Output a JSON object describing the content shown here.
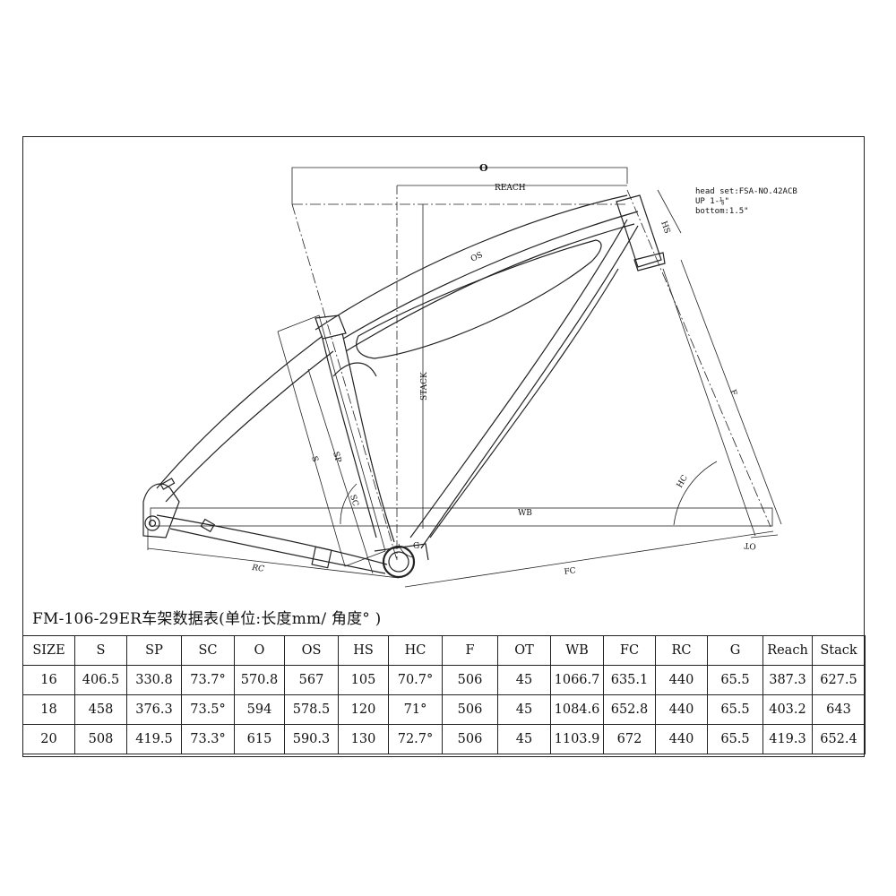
{
  "diagram": {
    "labels": {
      "o": "O",
      "reach": "REACH",
      "stack": "STACK",
      "os": "OS",
      "hs": "HS",
      "f": "F",
      "hc": "HC",
      "wb": "WB",
      "s": "S",
      "sp": "SP",
      "sc": "SC",
      "g": "G",
      "rc": "RC",
      "fc": "FC",
      "ot": "OT"
    },
    "headset_note": {
      "line1": "head set:FSA-NO.42ACB",
      "line2": "UP 1-⅛\"",
      "line3": "bottom:1.5\""
    }
  },
  "table": {
    "title": "FM-106-29ER车架数据表(单位:长度mm/ 角度° )",
    "columns": [
      "SIZE",
      "S",
      "SP",
      "SC",
      "O",
      "OS",
      "HS",
      "HC",
      "F",
      "OT",
      "WB",
      "FC",
      "RC",
      "G",
      "Reach",
      "Stack"
    ],
    "rows": [
      [
        "16",
        "406.5",
        "330.8",
        "73.7°",
        "570.8",
        "567",
        "105",
        "70.7°",
        "506",
        "45",
        "1066.7",
        "635.1",
        "440",
        "65.5",
        "387.3",
        "627.5"
      ],
      [
        "18",
        "458",
        "376.3",
        "73.5°",
        "594",
        "578.5",
        "120",
        "71°",
        "506",
        "45",
        "1084.6",
        "652.8",
        "440",
        "65.5",
        "403.2",
        "643"
      ],
      [
        "20",
        "508",
        "419.5",
        "73.3°",
        "615",
        "590.3",
        "130",
        "72.7°",
        "506",
        "45",
        "1103.9",
        "672",
        "440",
        "65.5",
        "419.3",
        "652.4"
      ]
    ]
  }
}
